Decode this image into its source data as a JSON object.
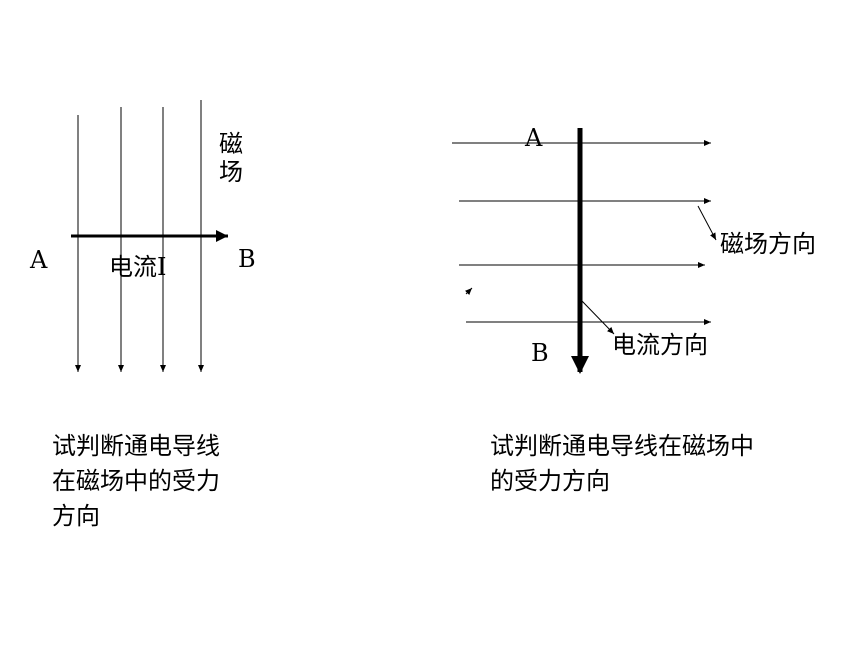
{
  "left_diagram": {
    "field_label_char1": "磁",
    "field_label_char2": "场",
    "point_a": "A",
    "point_b": "B",
    "current_label": "电流I",
    "question_line1": "试判断通电导线",
    "question_line2": "在磁场中的受力",
    "question_line3": "方向"
  },
  "right_diagram": {
    "point_a": "A",
    "point_b": "B",
    "field_direction_label": "磁场方向",
    "current_direction_label": "电流方向",
    "question_line1": "试判断通电导线在磁场中",
    "question_line2": "的受力方向"
  }
}
